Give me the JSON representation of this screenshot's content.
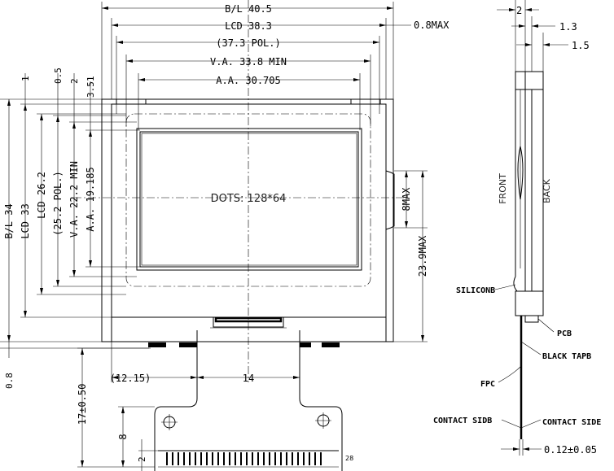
{
  "front_view": {
    "dim_bl_width": "B/L 40.5",
    "dim_lcd_width": "LCD 38.3",
    "dim_pol_width": "(37.3 POL.)",
    "dim_va_width": "V.A. 33.8 MIN",
    "dim_aa_width": "A.A. 30.705",
    "dim_top_08max": "0.8MAX",
    "dim_bl_height": "B/L 34",
    "dim_lcd_height": "LCD 33",
    "dim_lcd_height2": "LCD 26.2",
    "dim_pol_height": "(25.2 POL.)",
    "dim_va_height": "V.A. 22.2 MIN",
    "dim_aa_height": "A.A. 19.185",
    "dim_v1": "1",
    "dim_v05": "0.5",
    "dim_v2": "2",
    "dim_v351": "3.51",
    "dim_8max": "8MAX",
    "dim_239max": "23.9MAX",
    "dim_08": "0.8",
    "dim_1215": "(12.15)",
    "dim_14": "14",
    "dim_17": "17±0.50",
    "dim_8": "8",
    "dim_2": "2",
    "pin_28": "28",
    "dots_label": "DOTS: 128*64"
  },
  "side_view": {
    "dim_2": "2",
    "dim_13": "1.3",
    "dim_15": "1.5",
    "label_front": "FRONT",
    "label_back": "BACK",
    "label_silicone": "SILICONB",
    "label_pcb": "PCB",
    "label_black_tape": "BLACK TAPB",
    "label_fpc": "FPC",
    "label_contact_left": "CONTACT SIDB",
    "label_contact_right": "CONTACT SIDE",
    "dim_012": "0.12±0.05"
  }
}
